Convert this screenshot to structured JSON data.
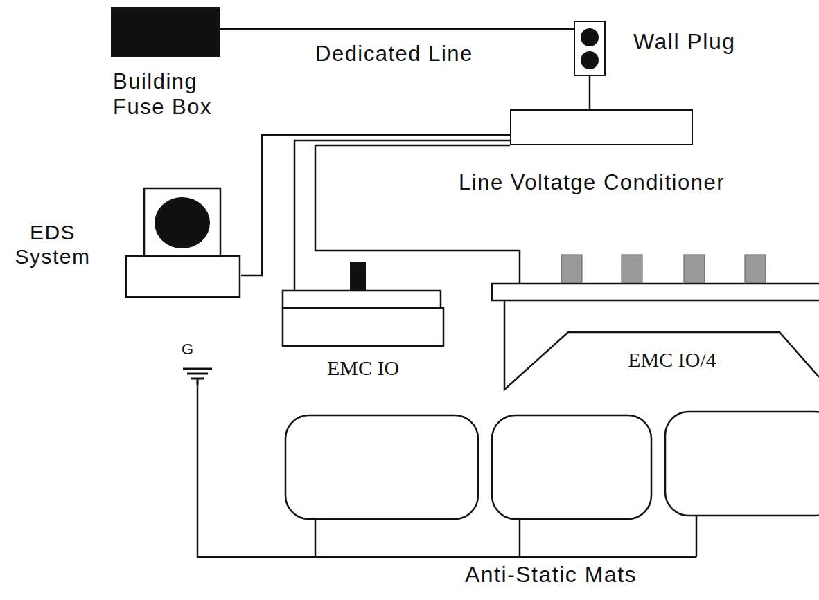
{
  "diagram": {
    "nodes": [
      {
        "text": [
          "Building Fuse Box"
        ]
      },
      {
        "text": [
          "Wall Plug"
        ]
      },
      {
        "text": [
          "Line Voltatge Conditioner"
        ]
      },
      {
        "text": [
          "EDS System"
        ]
      },
      {
        "text": [
          "EMC IO"
        ]
      },
      {
        "text": [
          "EMC IO/4"
        ]
      }
    ],
    "edges": [
      {
        "from": 0,
        "to": 1,
        "label": "Dedicated Line",
        "arrow": "none"
      },
      {
        "from": 1,
        "to": 2,
        "arrow": "none"
      },
      {
        "from": 2,
        "to": 3,
        "arrow": "none"
      },
      {
        "from": 2,
        "to": 4,
        "arrow": "none"
      },
      {
        "from": 2,
        "to": 5,
        "arrow": "none"
      }
    ],
    "labels": [
      "G",
      "Anti-Static Mats"
    ]
  }
}
